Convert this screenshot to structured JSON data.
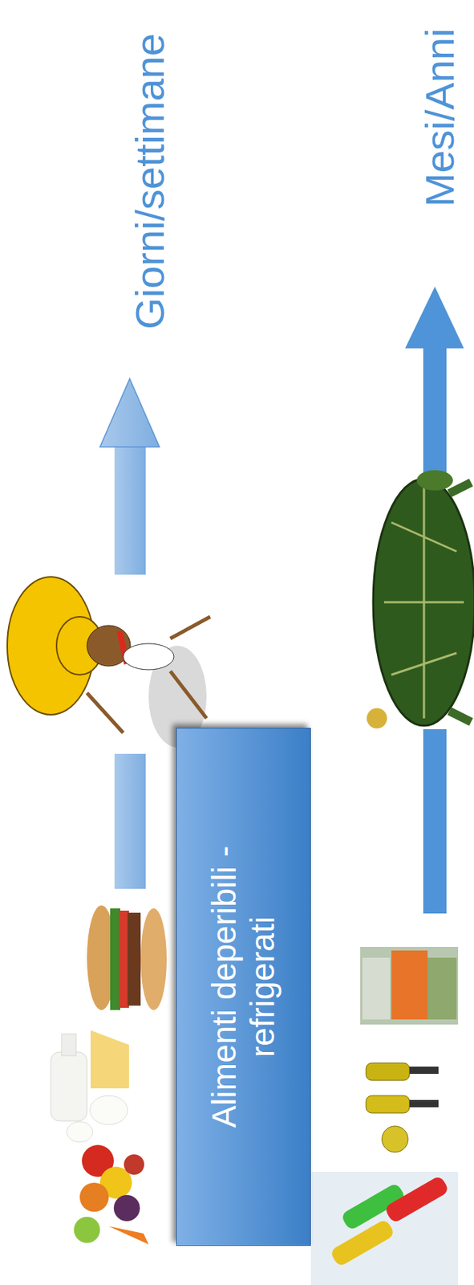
{
  "diagram": {
    "nodes": [
      {
        "text": [
          "Alimenti deperibili - refrigerati"
        ]
      }
    ],
    "labels": [
      "Giorni/settimane",
      "Mesi/Anni"
    ]
  }
}
